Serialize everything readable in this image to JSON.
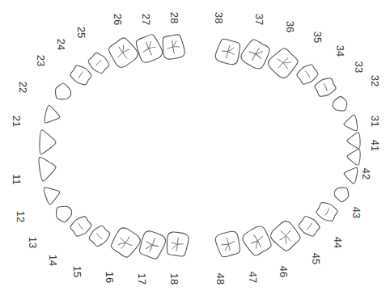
{
  "diagram": {
    "labels": [
      "11",
      "12",
      "13",
      "14",
      "15",
      "16",
      "17",
      "18",
      "21",
      "22",
      "23",
      "24",
      "25",
      "26",
      "27",
      "28",
      "31",
      "32",
      "33",
      "34",
      "35",
      "36",
      "37",
      "38",
      "41",
      "42",
      "43",
      "44",
      "45",
      "46",
      "47",
      "48"
    ]
  }
}
